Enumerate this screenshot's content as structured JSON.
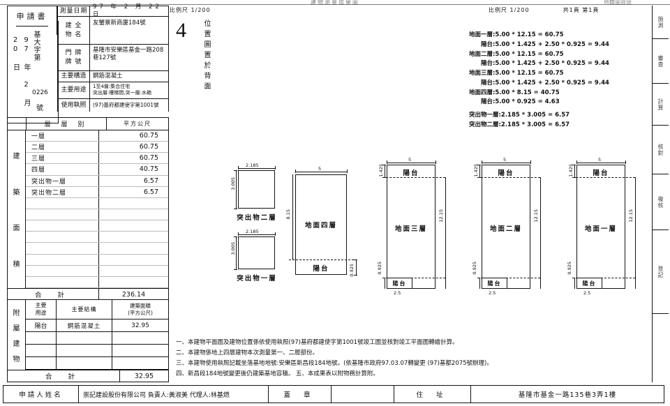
{
  "document": {
    "top_title": "建物測量成果圖",
    "top_right_note": "地籍圖資號",
    "sheet_note": "共1頁  第1頁",
    "scale_label": "比例尺  1/200",
    "scale_head": "比例尺  1/200",
    "drawing_number": "4",
    "vertical_note": "位置圖置於背面"
  },
  "form": {
    "title": "申請書",
    "date_vertical": "97 年 2 月 20 日",
    "number_vertical": "基大字第",
    "number_value": "0226",
    "number_suffix": "號",
    "rows": [
      {
        "label": "測量日期",
        "value": "97 年  2  月  22  日"
      },
      {
        "label_lines": [
          "建  全",
          "物  名"
        ],
        "label": "建物名稱",
        "value": "友蟹景新商廈184號"
      },
      {
        "label_lines": [
          "門  牌",
          "牌  號"
        ],
        "label": "門牌號",
        "value": "基隆市安樂區基金一路208巷127號"
      },
      {
        "label": "主要構造",
        "value": "鋼筋混凝土"
      },
      {
        "label": "主要用途",
        "value": "1至4層:集合住宅\n突出層:樓梯間,突一層:水箱"
      },
      {
        "label": "使用執照",
        "value": "(97)基府都建使字第1001號"
      }
    ]
  },
  "area_table": {
    "side_label": "建 築 面 積",
    "side_chars": [
      "建",
      "築",
      "面",
      "積"
    ],
    "header": {
      "type": "層  層  別",
      "unit": "平方公尺"
    },
    "rows": [
      {
        "name": "一層",
        "value": "60.75"
      },
      {
        "name": "二層",
        "value": "60.75"
      },
      {
        "name": "三層",
        "value": "60.75"
      },
      {
        "name": "四層",
        "value": "40.75"
      },
      {
        "name": "突出物一層",
        "value": "6.57"
      },
      {
        "name": "突出物二層",
        "value": "6.57"
      },
      {
        "name": "",
        "value": ""
      },
      {
        "name": "",
        "value": ""
      },
      {
        "name": "",
        "value": ""
      },
      {
        "name": "",
        "value": ""
      },
      {
        "name": "",
        "value": ""
      },
      {
        "name": "",
        "value": ""
      },
      {
        "name": "",
        "value": ""
      },
      {
        "name": "",
        "value": ""
      }
    ],
    "total_label": "合   計",
    "total_value": "236.14"
  },
  "attached_table": {
    "side_chars": [
      "附",
      "屬",
      "建",
      "物"
    ],
    "header": {
      "use": "主要\n用途",
      "structure": "主要結構",
      "area": "建築面積\n(平方公尺)"
    },
    "header_use_lines": [
      "主要",
      "用途"
    ],
    "header_area_lines": [
      "建築面積",
      "(平方公尺)"
    ],
    "header_structure": "主要結構",
    "rows": [
      {
        "use": "陽台",
        "structure": "鋼筋混凝土",
        "area": "32.95"
      },
      {
        "use": "",
        "structure": "",
        "area": ""
      },
      {
        "use": "",
        "structure": "",
        "area": ""
      },
      {
        "use": "",
        "structure": "",
        "area": ""
      }
    ],
    "total_label": "合   計",
    "total_value": "32.95"
  },
  "calculations": [
    {
      "indent": 0,
      "text": "地面一層:5.00 * 12.15 = 60.75"
    },
    {
      "indent": 1,
      "text": "陽台:5.00 * 1.425 + 2.50 * 0.925 = 9.44"
    },
    {
      "indent": 0,
      "text": "地面二層:5.00 * 12.15 = 60.75"
    },
    {
      "indent": 1,
      "text": "陽台:5.00 * 1.425 + 2.50 * 0.925 = 9.44"
    },
    {
      "indent": 0,
      "text": "地面三層:5.00 * 12.15 = 60.75"
    },
    {
      "indent": 1,
      "text": "陽台:5.00 * 1.425 + 2.50 * 0.925 = 9.44"
    },
    {
      "indent": 0,
      "text": "地面四層:5.00 * 8.15 = 40.75"
    },
    {
      "indent": 1,
      "text": "陽台:5.00 * 0.925 = 4.63"
    },
    {
      "indent": 0,
      "text": "突出物一層:2.185 * 3.005 = 6.57"
    },
    {
      "indent": 0,
      "text": "突出物二層:2.185 * 3.005 = 6.57"
    }
  ],
  "diagrams": [
    {
      "id": "projection-2f",
      "caption": "突出物二層",
      "width_dim": "2.185",
      "height_dim": "3.005",
      "room_label": "",
      "balcony_label": ""
    },
    {
      "id": "projection-1f",
      "caption": "突出物一層",
      "width_dim": "2.185",
      "height_dim": "3.005",
      "room_label": "",
      "balcony_label": ""
    },
    {
      "id": "floor-4",
      "caption": "",
      "room_label": "地面四層",
      "balcony_label": "陽台",
      "width_dim": "5",
      "height_dim": "8.15",
      "balcony_dim": "0.925",
      "bottom_dim": ""
    },
    {
      "id": "floor-3",
      "caption": "",
      "room_label": "地面三層",
      "balcony_top_label": "陽台",
      "balcony_bottom_label": "陽台",
      "width_dim": "5",
      "height_dim": "12.15",
      "top_balcony_dim": "1.425",
      "bottom_balcony_dim": "0.925",
      "bottom_dim": "2.5"
    },
    {
      "id": "floor-2",
      "caption": "",
      "room_label": "地面二層",
      "balcony_top_label": "陽台",
      "balcony_bottom_label": "陽台",
      "width_dim": "5",
      "height_dim": "12.15",
      "top_balcony_dim": "1.425",
      "bottom_balcony_dim": "0.925",
      "bottom_dim": "2.5"
    },
    {
      "id": "floor-1",
      "caption": "",
      "room_label": "地面一層",
      "balcony_top_label": "陽台",
      "balcony_bottom_label": "陽台",
      "width_dim": "5",
      "height_dim": "12.15",
      "top_balcony_dim": "1.425",
      "bottom_balcony_dim": "0.925",
      "bottom_dim": "2.5"
    }
  ],
  "notes": [
    "一、本建物平面圖及建物位置係依使用執照(97)基府都建使字第1001號竣工圖並核對竣工平面圖轉繪計算。",
    "二、本建物係地上四層建物本次測量第一、二層部份。",
    "三、本建物使用執照記載坐落基地地號:安樂區新昌段184地號。(依基隆市政府97.03.07轉變更  (97)基都2075號辦理)。",
    "四、新昌段184地號變更後仍建築基地容積。   五、本成果表以附物務計算附。"
  ],
  "bottom_bar": {
    "applicant_label": "申請人姓名",
    "applicant_value": "崇記建設股份有限公司 負責人:黃淑美    代理人:林基燃",
    "seal_label": "蓋  章",
    "address_label": "住  址",
    "address_value": "基隆市基金一路135巷3弄1樓"
  },
  "stamp_column": [
    {
      "label": "施測"
    },
    {
      "label": "審查"
    },
    {
      "label": "計算"
    },
    {
      "label": "核對"
    },
    {
      "label": "複核"
    },
    {
      "label": "登記"
    }
  ]
}
